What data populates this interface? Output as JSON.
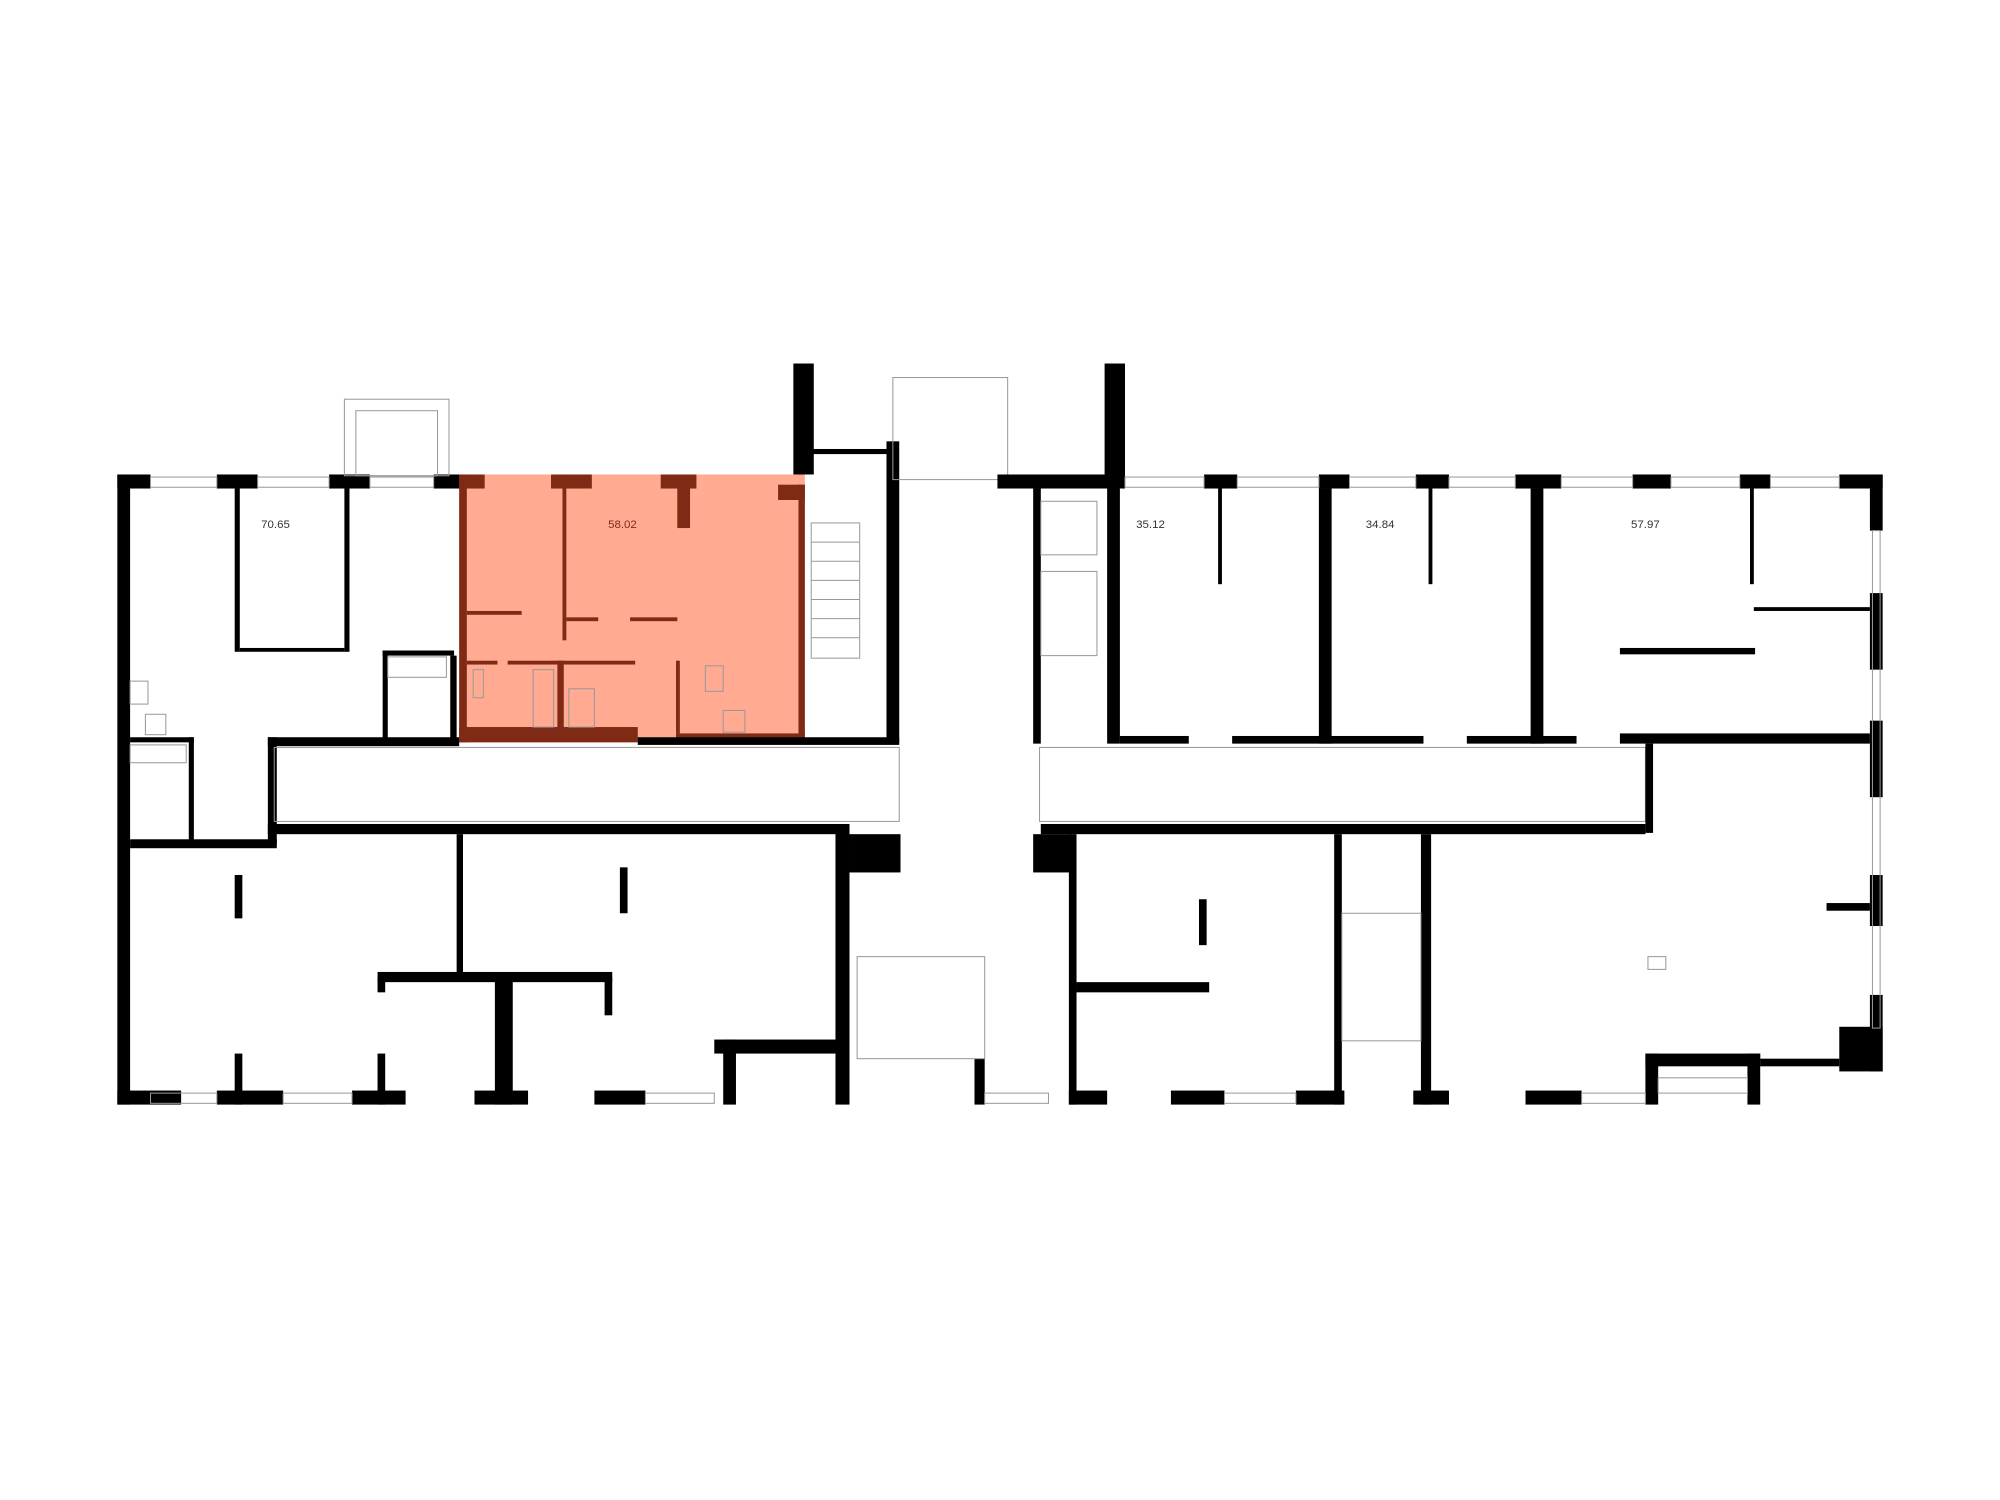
{
  "floor_plan": {
    "highlight_color": "#FFAA91",
    "highlight_wall_color": "#7F2A15",
    "apartments": [
      {
        "id": "apt-1",
        "area": "70.65",
        "selected": false
      },
      {
        "id": "apt-2",
        "area": "58.02",
        "selected": true
      },
      {
        "id": "apt-3",
        "area": "35.12",
        "selected": false
      },
      {
        "id": "apt-4",
        "area": "34.84",
        "selected": false
      },
      {
        "id": "apt-5",
        "area": "57.97",
        "selected": false
      }
    ]
  }
}
